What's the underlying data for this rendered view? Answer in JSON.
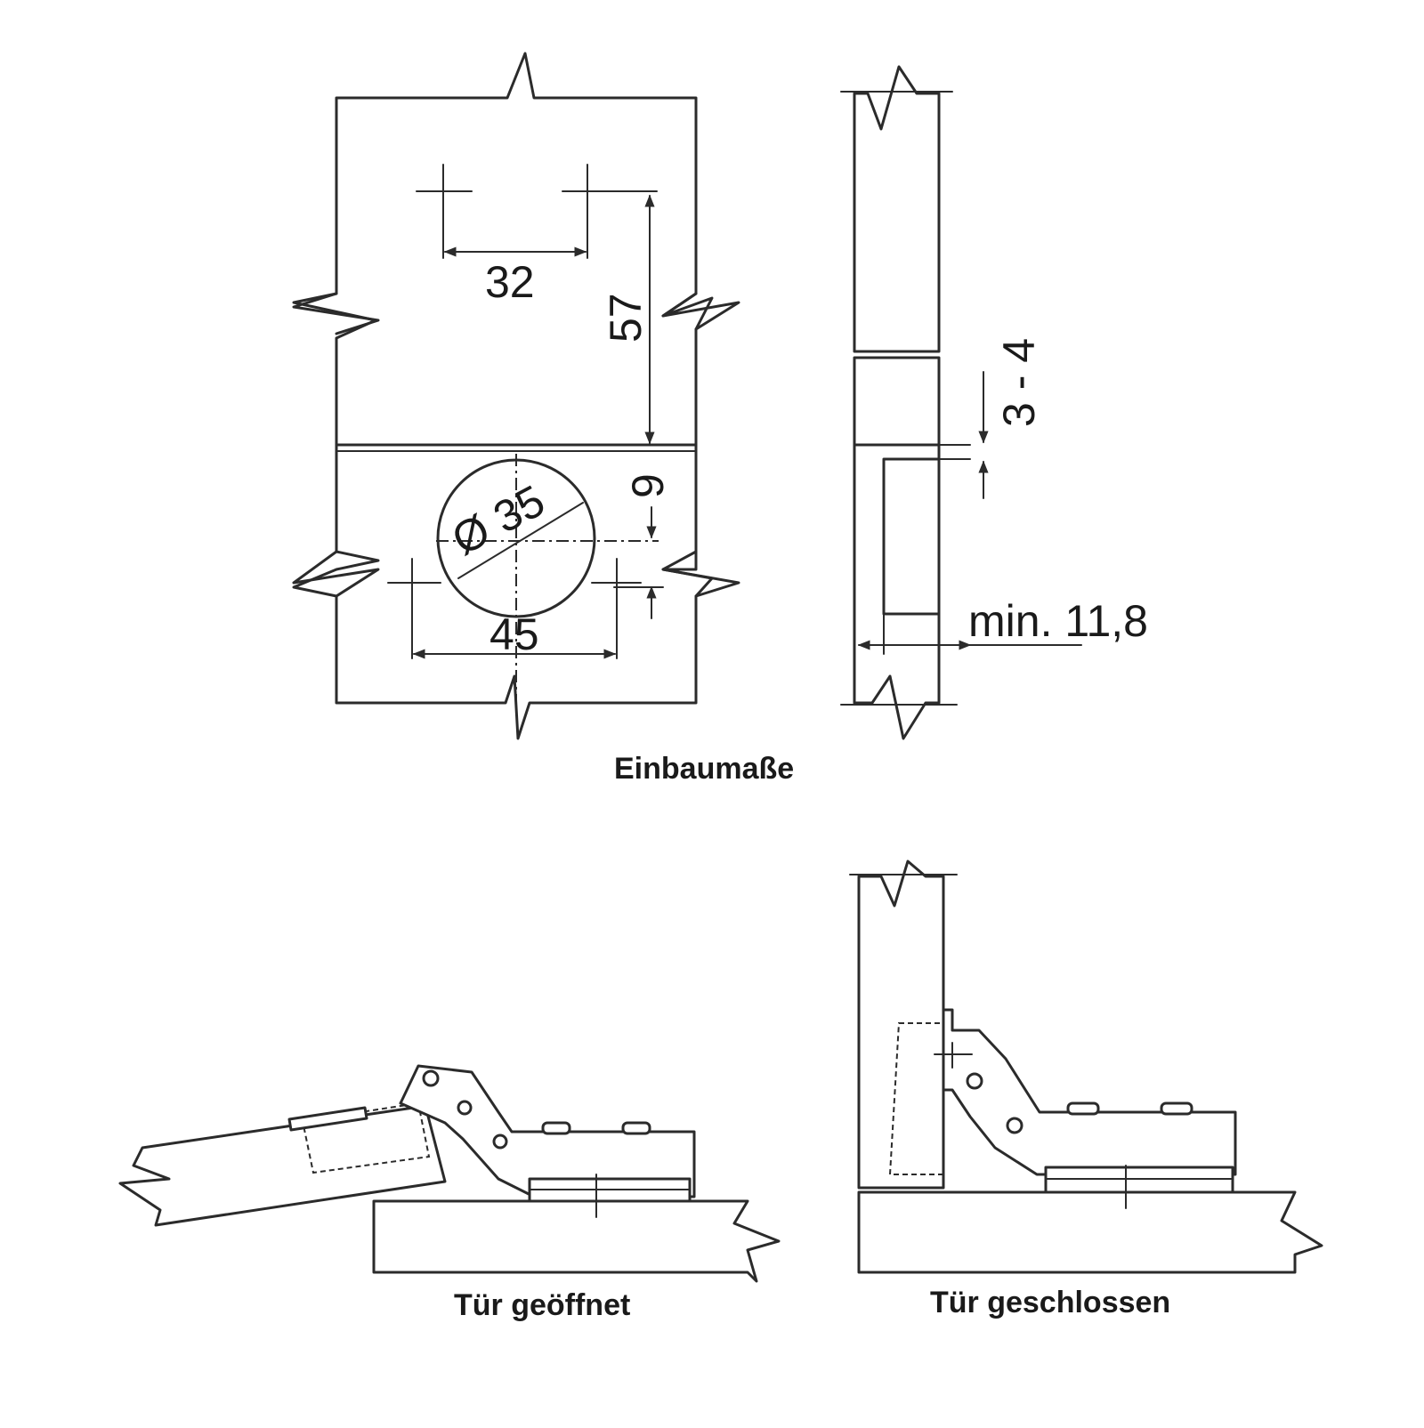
{
  "install": {
    "caption": "Einbaumaße",
    "dim_32": "32",
    "dim_57": "57",
    "dim_diameter": "Ø 35",
    "dim_9": "9",
    "dim_45": "45",
    "dim_3_4": "3 - 4",
    "dim_min": "min. 11,8"
  },
  "door_open": {
    "caption": "Tür geöffnet"
  },
  "door_closed": {
    "caption": "Tür geschlossen"
  }
}
